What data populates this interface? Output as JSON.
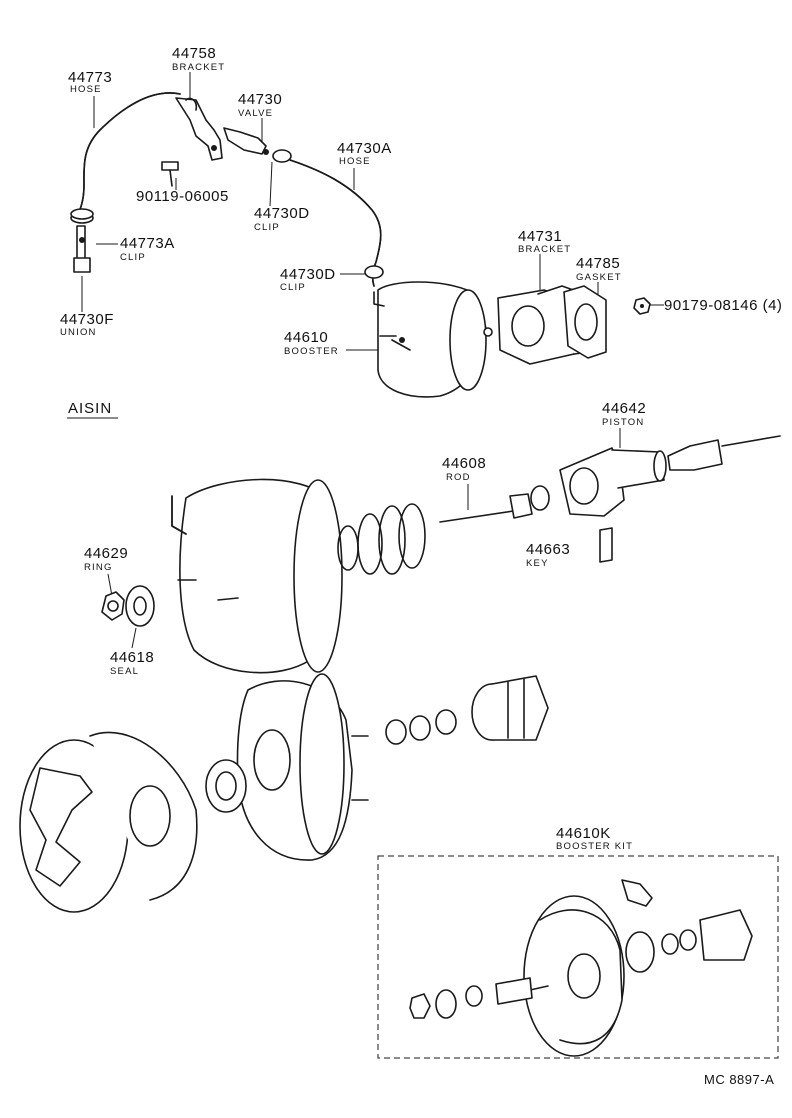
{
  "labels": {
    "hose_44773": {
      "num": "44773",
      "word": "HOSE"
    },
    "bracket_44758": {
      "num": "44758",
      "word": "BRACKET"
    },
    "valve_44730": {
      "num": "44730",
      "word": "VALVE"
    },
    "bolt_90119": {
      "num": "90119-06005"
    },
    "hose_44730A": {
      "num": "44730A",
      "word": "HOSE"
    },
    "clip_44730D_top": {
      "num": "44730D",
      "word": "CLIP"
    },
    "clip_44773A": {
      "num": "44773A",
      "word": "CLIP"
    },
    "union_44730F": {
      "num": "44730F",
      "word": "UNION"
    },
    "clip_44730D_mid": {
      "num": "44730D",
      "word": "CLIP"
    },
    "bracket_44731": {
      "num": "44731",
      "word": "BRACKET"
    },
    "gasket_44785": {
      "num": "44785",
      "word": "GASKET"
    },
    "nut_90179": {
      "num": "90179-08146 (4)"
    },
    "booster_44610": {
      "num": "44610",
      "word": "BOOSTER"
    },
    "piston_44642": {
      "num": "44642",
      "word": "PISTON"
    },
    "rod_44608": {
      "num": "44608",
      "word": "ROD"
    },
    "ring_44629": {
      "num": "44629",
      "word": "RING"
    },
    "key_44663": {
      "num": "44663",
      "word": "KEY"
    },
    "seal_44618": {
      "num": "44618",
      "word": "SEAL"
    },
    "kit_44610K": {
      "num": "44610K",
      "word": "BOOSTER KIT"
    }
  },
  "brand": "AISIN",
  "diagram_code": "MC  8897-A"
}
